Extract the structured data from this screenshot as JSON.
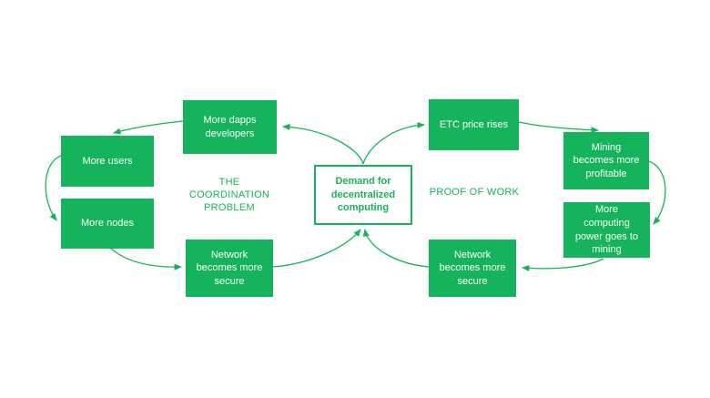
{
  "colors": {
    "accent": "#15b35b",
    "box-text": "#ffffff",
    "bg": "#ffffff"
  },
  "center": {
    "label": "Demand for decentralized computing"
  },
  "left_loop": {
    "label": "THE COORDINATION PROBLEM",
    "nodes": {
      "dapps": "More dapps developers",
      "users": "More users",
      "nodes": "More nodes",
      "secure": "Network becomes more secure"
    }
  },
  "right_loop": {
    "label": "PROOF OF WORK",
    "nodes": {
      "etc_price": "ETC price rises",
      "mining_profitable": "Mining becomes more profitable",
      "computing_power": "More computing power goes to mining",
      "secure": "Network becomes more secure"
    }
  }
}
